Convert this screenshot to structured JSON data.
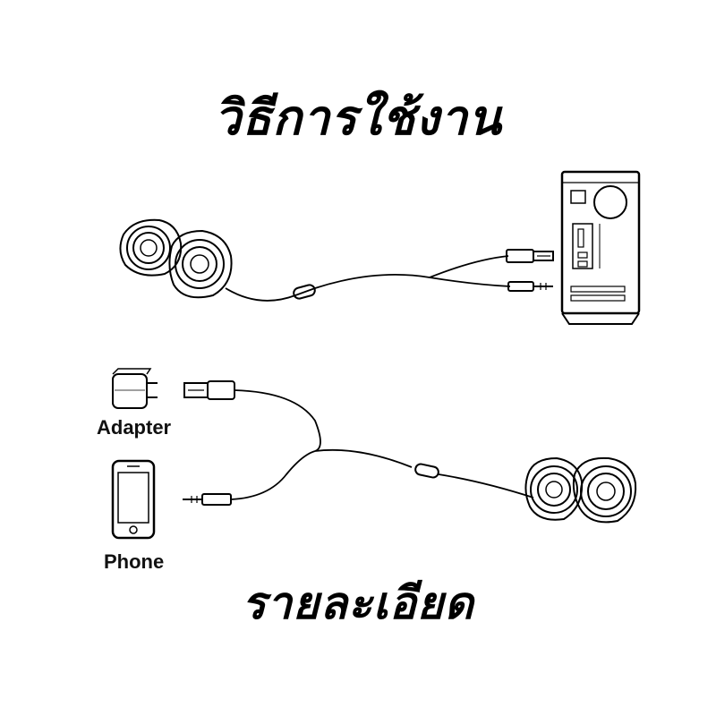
{
  "title": "วิธีการใช้งาน",
  "details_heading": "รายละเอียด",
  "labels": {
    "adapter": "Adapter",
    "phone": "Phone"
  },
  "icons": [
    "speaker-icon",
    "computer-tower-icon",
    "usb-plug-icon",
    "audio-jack-icon",
    "power-adapter-icon",
    "phone-icon",
    "inline-control-icon"
  ],
  "colors": {
    "line": "#000000",
    "background": "#ffffff"
  }
}
